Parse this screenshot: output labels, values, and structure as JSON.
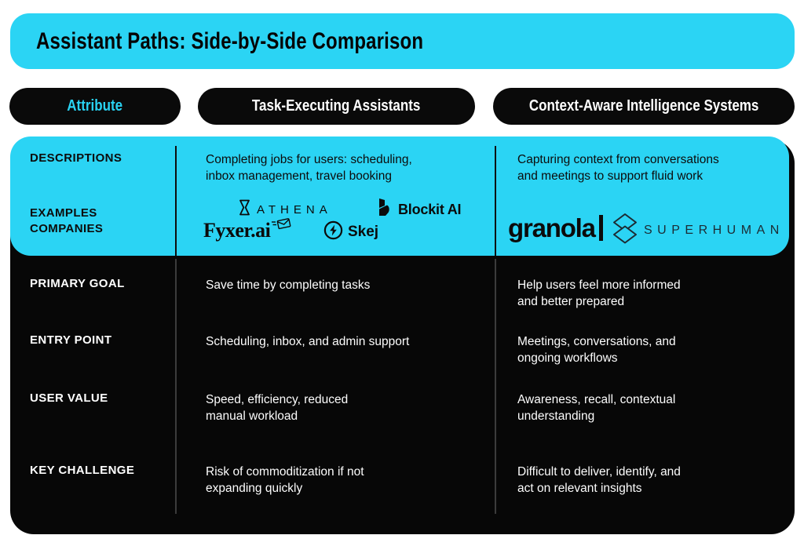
{
  "title": "Assistant Paths: Side-by-Side Comparison",
  "columns": [
    {
      "label": "Attribute"
    },
    {
      "label": "Task-Executing Assistants"
    },
    {
      "label": "Context-Aware Intelligence Systems"
    }
  ],
  "rows": [
    {
      "label": "DESCRIPTIONS",
      "task": "Completing jobs for users: scheduling,\ninbox management, travel booking",
      "context": "Capturing context from conversations\nand meetings to support fluid work"
    },
    {
      "label": "EXAMPLES\nCOMPANIES"
    },
    {
      "label": "PRIMARY GOAL",
      "task": "Save time by completing tasks",
      "context": "Help users feel more informed\nand better prepared"
    },
    {
      "label": "ENTRY POINT",
      "task": "Scheduling, inbox, and admin support",
      "context": "Meetings, conversations, and\nongoing workflows"
    },
    {
      "label": "USER VALUE",
      "task": "Speed, efficiency, reduced\nmanual workload",
      "context": "Awareness, recall, contextual\nunderstanding"
    },
    {
      "label": "KEY CHALLENGE",
      "task": "Risk of commoditization if not\nexpanding quickly",
      "context": "Difficult to deliver, identify, and\nact on relevant insights"
    }
  ],
  "logos": {
    "athena": "ATHENA",
    "blockit": "Blockit AI",
    "fyxer": "Fyxer.ai",
    "skej": "Skej",
    "granola": "granola",
    "superhuman": "SUPERHUMAN"
  },
  "icons": {
    "athena": "hourglass-icon",
    "blockit": "blockit-b-icon",
    "fyxer": "envelope-icon",
    "skej": "lightning-circle-icon",
    "granola": "text-cursor-bar",
    "superhuman": "stacked-diamonds-icon"
  },
  "colors": {
    "accent_cyan": "#2BD4F4",
    "panel_black": "#0A0A0A",
    "text_dark": "#0C0C0C",
    "text_light": "#FFFFFF",
    "divider_dark_section": "#3B3B3B",
    "superhuman_ink": "#1C2B33"
  }
}
